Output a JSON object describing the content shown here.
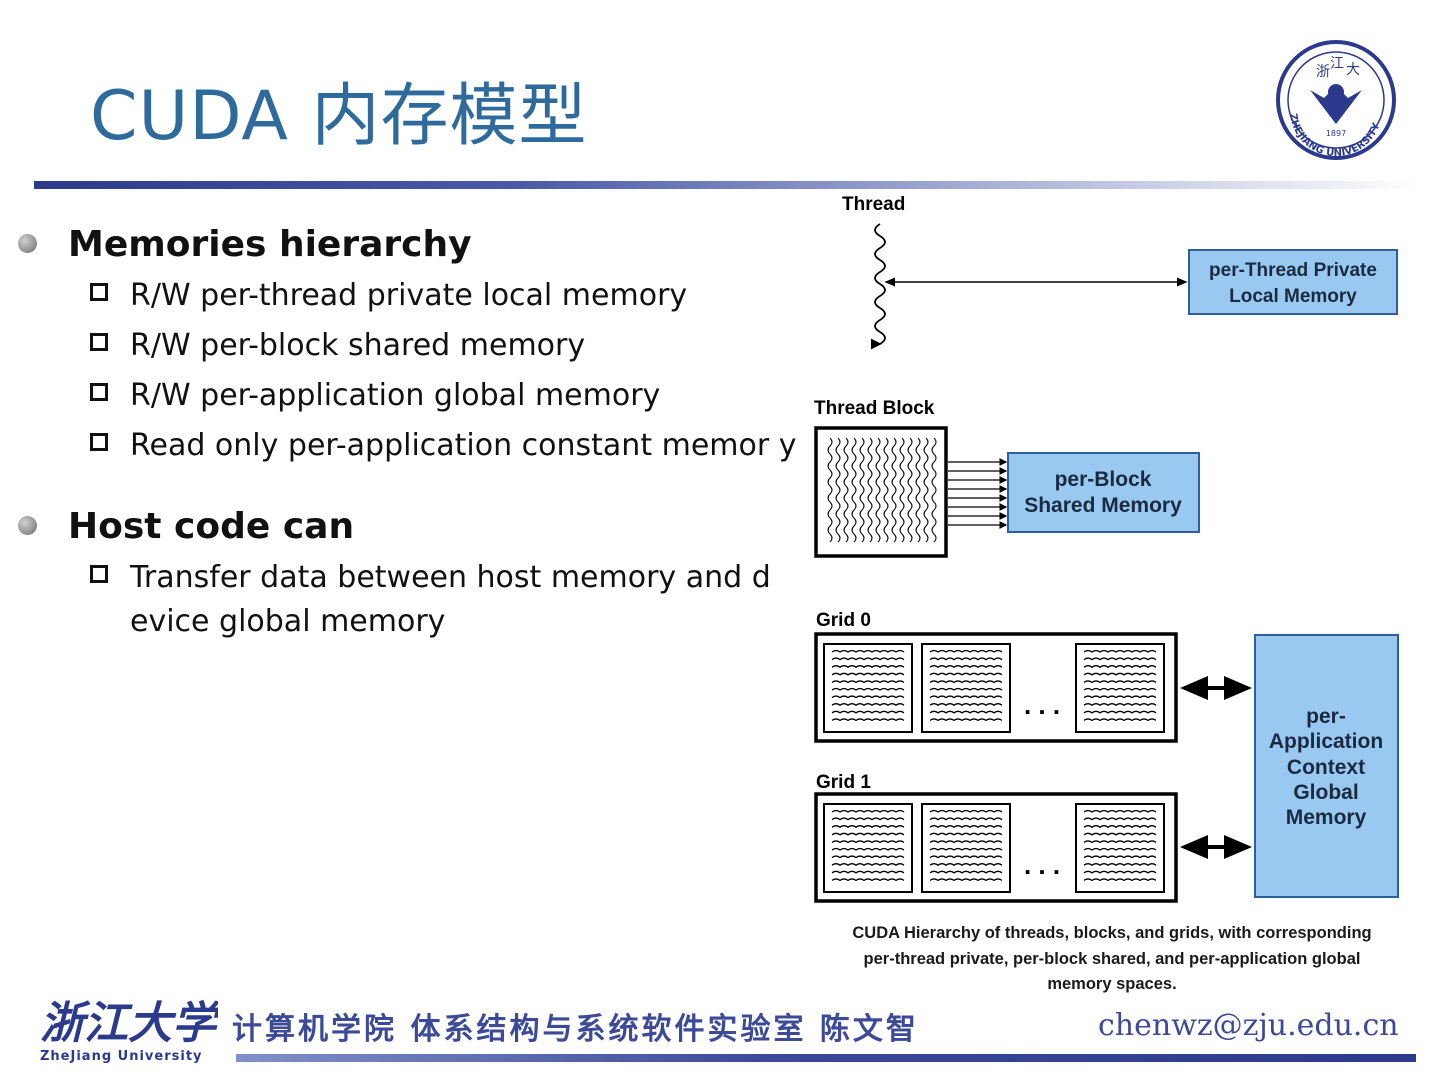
{
  "slide": {
    "title": "CUDA 内存模型"
  },
  "bullets": {
    "b1": {
      "text": "Memories hierarchy",
      "items": [
        "R/W per-thread private local memory",
        "R/W per-block shared memory",
        "R/W per-application global memory",
        "Read only per-application constant memor y"
      ]
    },
    "b2": {
      "text": "Host code can",
      "items": [
        "Transfer data between host memory and d evice global memory"
      ]
    }
  },
  "diagram": {
    "thread_label": "Thread",
    "thread_mem": [
      "per-Thread Private",
      "Local Memory"
    ],
    "block_label": "Thread Block",
    "block_mem": [
      "per-Block",
      "Shared Memory"
    ],
    "grid0_label": "Grid 0",
    "grid1_label": "Grid 1",
    "ellipsis": ". . .",
    "global_mem": [
      "per-",
      "Application",
      "Context",
      "Global",
      "Memory"
    ],
    "caption": [
      "CUDA Hierarchy of threads, blocks, and grids, with corresponding",
      "per-thread private, per-block shared, and per-application global",
      "memory spaces."
    ],
    "box_fill": "#99c9f0",
    "box_stroke": "#2d5f9a"
  },
  "logo": {
    "seal_text": "ZHEJIANG UNIVERSITY",
    "year": "1897",
    "color": "#2b3a8c"
  },
  "footer": {
    "logo_sub": "ZheJiang University",
    "text": "计算机学院 体系结构与系统软件实验室 陈文智",
    "email": "chenwz@zju.edu.cn",
    "color": "#3c4a98"
  }
}
